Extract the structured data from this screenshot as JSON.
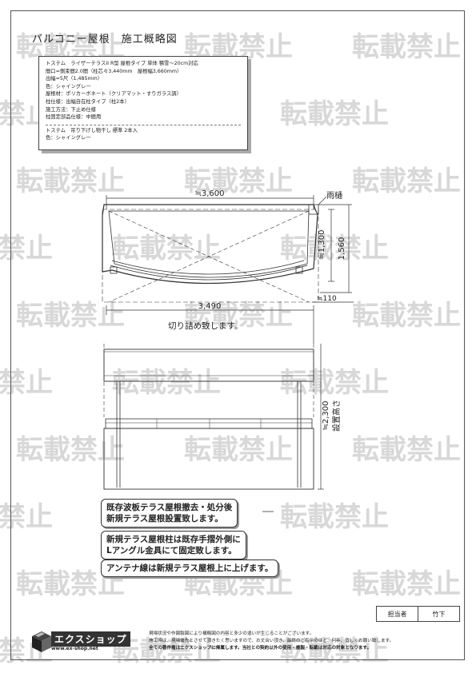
{
  "title": "バルコニー屋根　施工概略図",
  "spec": {
    "lines_a": [
      "トステム　ライザーテラスII R型 屋根タイプ 単体 積雪～20cm対応",
      "間口=側束間2.0間（柱芯々3,440mm　屋根幅3,660mm）",
      "出幅=5尺（1,485mm）",
      "色：シャイングレー",
      "屋根材：ポリカーボネート（クリアマット・すりガラス調）",
      "柱仕様：出幅自在柱タイプ（柱2本）",
      "施工方法：下止め仕様",
      "柱固定部品仕様：中間用"
    ],
    "lines_b": [
      "トステム　吊り下げし物干し 標準 2本入",
      "色：シャイングレー"
    ]
  },
  "dims": {
    "width_top": "≒3,600",
    "width_bottom": "3,490",
    "height_front": "≒1,300",
    "height_total": "1,560",
    "gutter_offset": "≒110",
    "post_height": "≒2,300",
    "post_height_label": "設置高さ"
  },
  "labels": {
    "gutter": "雨樋",
    "cut_note": "切り詰め致します。"
  },
  "notes": [
    [
      "既存波板テラス屋根撤去・処分後",
      "新規テラス屋根設置致します。"
    ],
    [
      "新規テラス屋根柱は既存手摺外側に",
      "Lアングル金具にて固定致します。"
    ],
    [
      "アンテナ線は新規テラス屋根上に上げます。"
    ]
  ],
  "watermark": "転載禁止",
  "staff": {
    "label": "担当者",
    "name": "竹下"
  },
  "company": {
    "name": "エクスショップ",
    "url": "www.ex-shop.net"
  },
  "footer": [
    "現場状況や作図製図により構略図の内容と多少の違いが生じることがございます。",
    "施工時は、現場優先とさせて頂きたく思いますので、お丈合い頂き、最終のご指示のほど、何卒、宜しくお願い致します。",
    "全ての著作権はエクスショップに帰属します。当社との契約以外の使用・複製・転載は対応の対象となります。"
  ],
  "colors": {
    "line": "#333333",
    "watermark": "#d8d8d8"
  }
}
